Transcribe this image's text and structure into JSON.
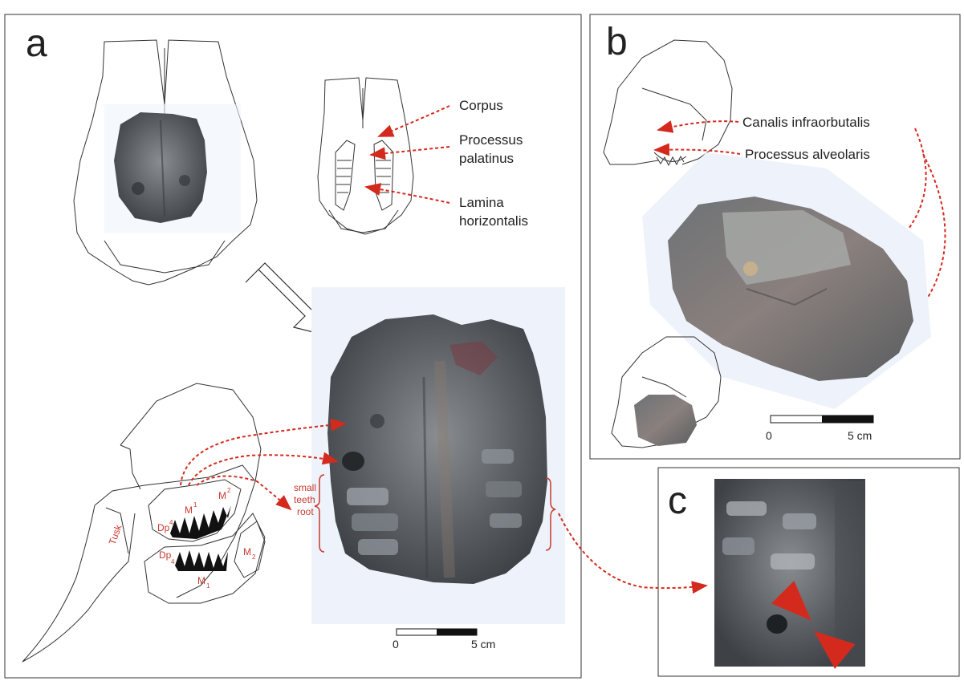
{
  "panels": {
    "a": {
      "letter": "a"
    },
    "b": {
      "letter": "b"
    },
    "c": {
      "letter": "c"
    }
  },
  "labels": {
    "corpus": "Corpus",
    "processus_palatinus_1": "Processus",
    "processus_palatinus_2": "palatinus",
    "lamina_horizontalis_1": "Lamina",
    "lamina_horizontalis_2": "horizontalis",
    "canalis": "Canalis infraorbutalis",
    "processus_alveolaris": "Processus alveolaris"
  },
  "teeth": {
    "tusk": "Tusk",
    "m2_upper": "M",
    "m2_upper_sup": "2",
    "m1_upper": "M",
    "m1_upper_sup": "1",
    "dp4_upper": "Dp",
    "dp4_upper_sup": "4",
    "m2_lower": "M",
    "m2_lower_sub": "2",
    "m1_lower": "M",
    "m1_lower_sub": "1",
    "dp4_lower": "Dp",
    "dp4_lower_sub": "4"
  },
  "small_teeth_root": [
    "small",
    "teeth",
    "root"
  ],
  "scale_bars": {
    "a": {
      "start": "0",
      "end": "5 cm"
    },
    "b": {
      "start": "0",
      "end": "5 cm"
    }
  },
  "colors": {
    "annotation": "#d42a1e",
    "outline": "#333333",
    "fossil": "#6b6f72"
  }
}
